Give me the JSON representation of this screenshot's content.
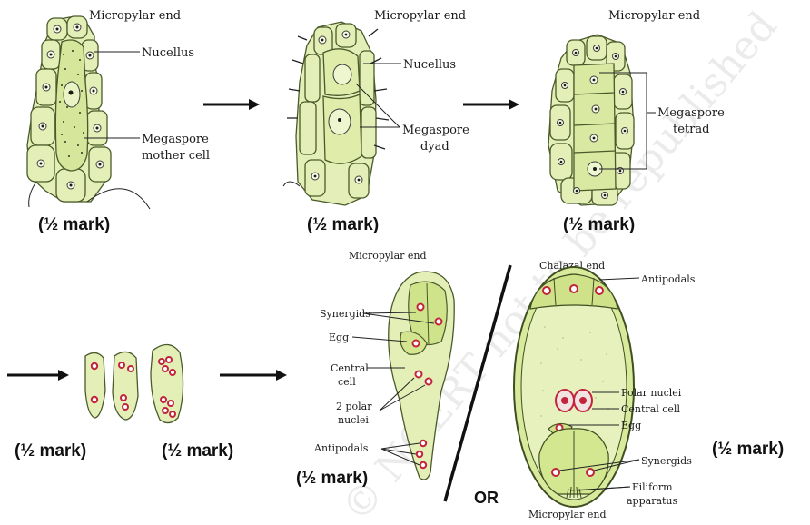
{
  "panels": {
    "mmc": {
      "title": "Micropylar end",
      "labels": {
        "nucellus": "Nucellus",
        "mmc_line1": "Megaspore",
        "mmc_line2": "mother cell"
      },
      "mark": "(½ mark)"
    },
    "dyad": {
      "title": "Micropylar end",
      "labels": {
        "nucellus": "Nucellus",
        "dyad_line1": "Megaspore",
        "dyad_line2": "dyad"
      },
      "mark": "(½ mark)"
    },
    "tetrad": {
      "title": "Micropylar end",
      "labels": {
        "tetrad_line1": "Megaspore",
        "tetrad_line2": "tetrad"
      },
      "mark": "(½ mark)"
    },
    "nucleate": {
      "mark_left": "(½ mark)",
      "mark_right": "(½ mark)"
    },
    "embryo_sac_1": {
      "title": "Micropylar end",
      "labels": {
        "synergids": "Synergids",
        "egg": "Egg",
        "central_line1": "Central",
        "central_line2": "cell",
        "polar_line1": "2 polar",
        "polar_line2": "nuclei",
        "antipodals": "Antipodals"
      },
      "mark": "(½ mark)"
    },
    "separator": {
      "or_text": "OR"
    },
    "embryo_sac_2": {
      "title_top": "Chalazal end",
      "title_bottom": "Micropylar end",
      "labels": {
        "antipodals": "Antipodals",
        "polar_nuclei": "Polar nuclei",
        "central_cell": "Central cell",
        "egg": "Egg",
        "synergids": "Synergids",
        "filiform_line1": "Filiform",
        "filiform_line2": "apparatus"
      },
      "mark": "(½ mark)"
    }
  },
  "watermark": "© NCERT not to be republished",
  "colors": {
    "cell_fill": "#e4efb7",
    "cell_outline": "#4a5a2a",
    "nuclei_red": "#c2253b",
    "text": "#1a1a1a",
    "background": "#ffffff"
  }
}
